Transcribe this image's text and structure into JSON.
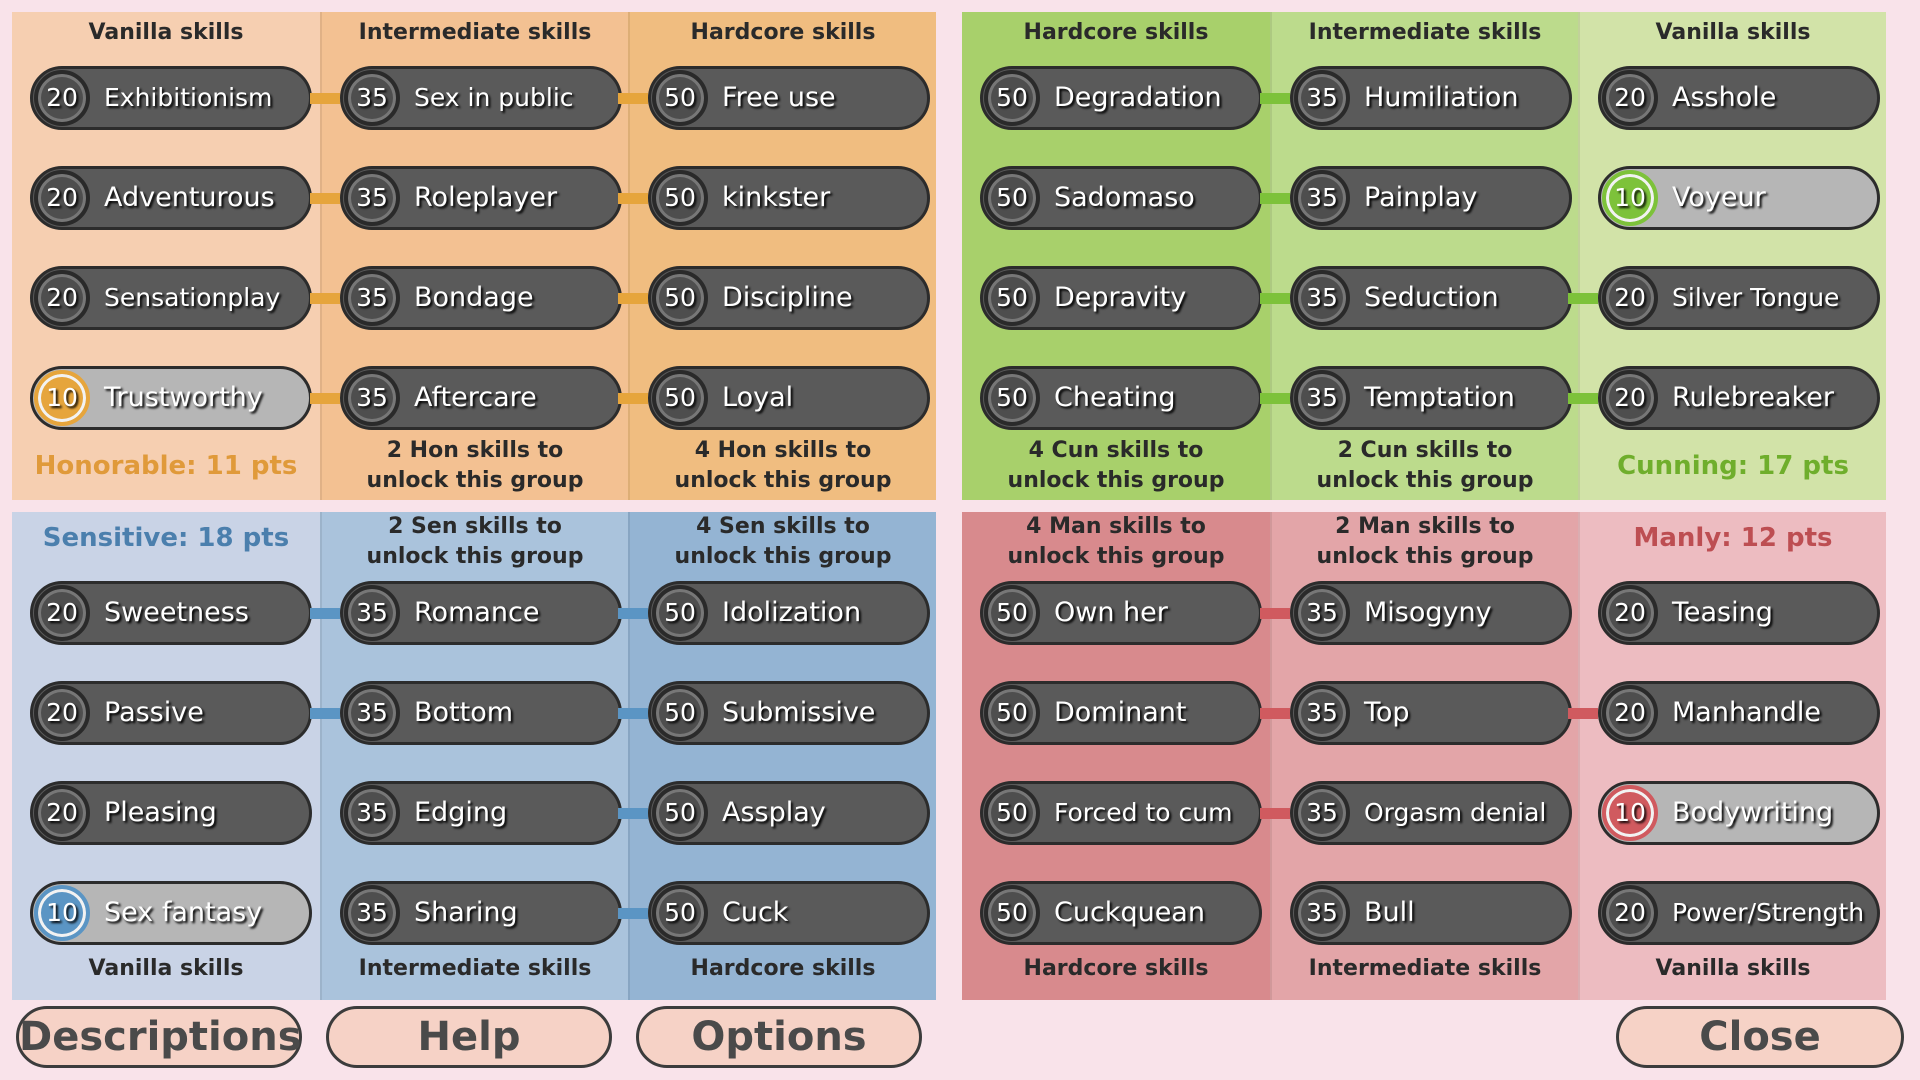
{
  "colors": {
    "honorable": {
      "vanilla": "#f6cfb1",
      "intermediate": "#f3c192",
      "hardcore": "#f0bd80",
      "accent": "#e6a53c",
      "text": "#e09a3a"
    },
    "cunning": {
      "hardcore": "#a8d06b",
      "intermediate": "#bcdb8c",
      "vanilla": "#d2e3a8",
      "accent": "#7dc23a",
      "text": "#6fae2c"
    },
    "sensitive": {
      "vanilla": "#c9d3e6",
      "intermediate": "#aac3dc",
      "hardcore": "#94b4d3",
      "accent": "#5b95c4",
      "text": "#4b7fad"
    },
    "manly": {
      "hardcore": "#d88a8d",
      "intermediate": "#e3a5a8",
      "vanilla": "#edbcc1",
      "accent": "#d05a5f",
      "text": "#bd4e52"
    }
  },
  "honorable": {
    "points_label": "Honorable: 11 pts",
    "vanilla": {
      "header": "Vanilla skills",
      "skills": [
        {
          "cost": "20",
          "name": "Exhibitionism",
          "learned": false
        },
        {
          "cost": "20",
          "name": "Adventurous",
          "learned": false
        },
        {
          "cost": "20",
          "name": "Sensationplay",
          "learned": false
        },
        {
          "cost": "10",
          "name": "Trustworthy",
          "learned": true
        }
      ]
    },
    "intermediate": {
      "header": "Intermediate skills",
      "unlock": [
        "2 Hon skills to",
        "unlock this group"
      ],
      "skills": [
        {
          "cost": "35",
          "name": "Sex in public",
          "learned": false
        },
        {
          "cost": "35",
          "name": "Roleplayer",
          "learned": false
        },
        {
          "cost": "35",
          "name": "Bondage",
          "learned": false
        },
        {
          "cost": "35",
          "name": "Aftercare",
          "learned": false
        }
      ]
    },
    "hardcore": {
      "header": "Hardcore skills",
      "unlock": [
        "4 Hon skills to",
        "unlock this group"
      ],
      "skills": [
        {
          "cost": "50",
          "name": "Free use",
          "learned": false
        },
        {
          "cost": "50",
          "name": "kinkster",
          "learned": false
        },
        {
          "cost": "50",
          "name": "Discipline",
          "learned": false
        },
        {
          "cost": "50",
          "name": "Loyal",
          "learned": false
        }
      ]
    }
  },
  "cunning": {
    "points_label": "Cunning: 17 pts",
    "hardcore": {
      "header": "Hardcore skills",
      "unlock": [
        "4 Cun skills to",
        "unlock this group"
      ],
      "skills": [
        {
          "cost": "50",
          "name": "Degradation",
          "learned": false
        },
        {
          "cost": "50",
          "name": "Sadomaso",
          "learned": false
        },
        {
          "cost": "50",
          "name": "Depravity",
          "learned": false
        },
        {
          "cost": "50",
          "name": "Cheating",
          "learned": false
        }
      ]
    },
    "intermediate": {
      "header": "Intermediate skills",
      "unlock": [
        "2 Cun skills to",
        "unlock this group"
      ],
      "skills": [
        {
          "cost": "35",
          "name": "Humiliation",
          "learned": false
        },
        {
          "cost": "35",
          "name": "Painplay",
          "learned": false
        },
        {
          "cost": "35",
          "name": "Seduction",
          "learned": false
        },
        {
          "cost": "35",
          "name": "Temptation",
          "learned": false
        }
      ]
    },
    "vanilla": {
      "header": "Vanilla  skills",
      "skills": [
        {
          "cost": "20",
          "name": "Asshole",
          "learned": false
        },
        {
          "cost": "10",
          "name": "Voyeur",
          "learned": true
        },
        {
          "cost": "20",
          "name": "Silver Tongue",
          "learned": false
        },
        {
          "cost": "20",
          "name": "Rulebreaker",
          "learned": false
        }
      ]
    }
  },
  "sensitive": {
    "points_label": "Sensitive: 18 pts",
    "vanilla": {
      "header": "Vanilla skills",
      "skills": [
        {
          "cost": "20",
          "name": "Sweetness",
          "learned": false
        },
        {
          "cost": "20",
          "name": "Passive",
          "learned": false
        },
        {
          "cost": "20",
          "name": "Pleasing",
          "learned": false
        },
        {
          "cost": "10",
          "name": "Sex fantasy",
          "learned": true
        }
      ]
    },
    "intermediate": {
      "header": "Intermediate skills",
      "unlock": [
        "2 Sen skills to",
        "unlock this group"
      ],
      "skills": [
        {
          "cost": "35",
          "name": "Romance",
          "learned": false
        },
        {
          "cost": "35",
          "name": "Bottom",
          "learned": false
        },
        {
          "cost": "35",
          "name": "Edging",
          "learned": false
        },
        {
          "cost": "35",
          "name": "Sharing",
          "learned": false
        }
      ]
    },
    "hardcore": {
      "header": "Hardcore skills",
      "unlock": [
        "4 Sen skills to",
        "unlock this group"
      ],
      "skills": [
        {
          "cost": "50",
          "name": "Idolization",
          "learned": false
        },
        {
          "cost": "50",
          "name": "Submissive",
          "learned": false
        },
        {
          "cost": "50",
          "name": "Assplay",
          "learned": false
        },
        {
          "cost": "50",
          "name": "Cuck",
          "learned": false
        }
      ]
    }
  },
  "manly": {
    "points_label": "Manly: 12 pts",
    "hardcore": {
      "header": "Hardcore skills",
      "unlock": [
        "4 Man skills to",
        "unlock this group"
      ],
      "skills": [
        {
          "cost": "50",
          "name": "Own her",
          "learned": false
        },
        {
          "cost": "50",
          "name": "Dominant",
          "learned": false
        },
        {
          "cost": "50",
          "name": "Forced to cum",
          "learned": false
        },
        {
          "cost": "50",
          "name": "Cuckquean",
          "learned": false
        }
      ]
    },
    "intermediate": {
      "header": "Intermediate skills",
      "unlock": [
        "2 Man skills to",
        "unlock this group"
      ],
      "skills": [
        {
          "cost": "35",
          "name": "Misogyny",
          "learned": false
        },
        {
          "cost": "35",
          "name": "Top",
          "learned": false
        },
        {
          "cost": "35",
          "name": "Orgasm denial",
          "learned": false
        },
        {
          "cost": "35",
          "name": "Bull",
          "learned": false
        }
      ]
    },
    "vanilla": {
      "header": "Vanilla skills",
      "skills": [
        {
          "cost": "20",
          "name": "Teasing",
          "learned": false
        },
        {
          "cost": "20",
          "name": "Manhandle",
          "learned": false
        },
        {
          "cost": "10",
          "name": "Bodywriting",
          "learned": true
        },
        {
          "cost": "20",
          "name": "Power/Strength",
          "learned": false
        }
      ]
    }
  },
  "buttons": {
    "descriptions": "Descriptions",
    "help": "Help",
    "options": "Options",
    "close": "Close"
  }
}
